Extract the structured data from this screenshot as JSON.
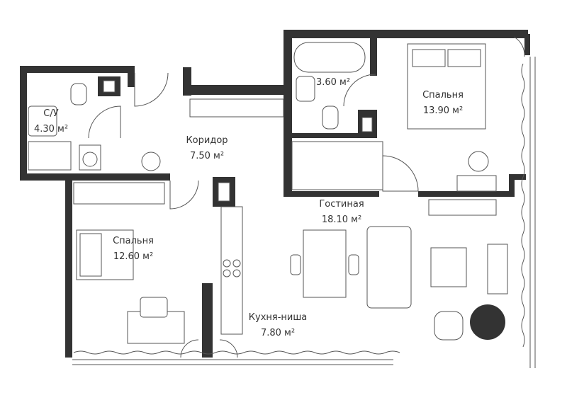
{
  "rooms": {
    "wc": {
      "name": "С/У",
      "area": "4.30 м²"
    },
    "bath": {
      "area": "3.60 м²"
    },
    "bedroom1": {
      "name": "Спальня",
      "area": "13.90 м²"
    },
    "corridor": {
      "name": "Коридор",
      "area": "7.50 м²"
    },
    "living": {
      "name": "Гостиная",
      "area": "18.10 м²"
    },
    "bedroom2": {
      "name": "Спальня",
      "area": "12.60 м²"
    },
    "kitchen": {
      "name": "Кухня-ниша",
      "area": "7.80 м²"
    }
  },
  "colors": {
    "wall": "#333333",
    "line": "#555555"
  }
}
